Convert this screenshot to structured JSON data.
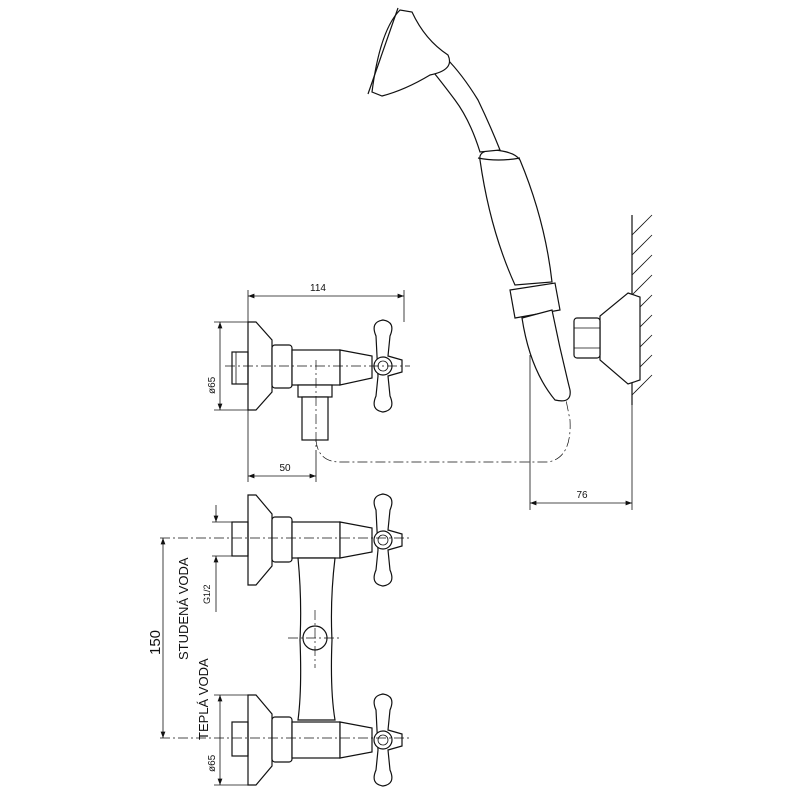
{
  "drawing": {
    "dimensions": {
      "top_width": "114",
      "top_diameter": "ø65",
      "outlet_offset": "50",
      "wall_offset": "76",
      "spacing": "150",
      "thread": "G1/2",
      "bottom_diameter": "ø65"
    },
    "labels": {
      "cold_water": "STUDENÁ VODA",
      "hot_water": "TEPLÁ VODA"
    }
  }
}
